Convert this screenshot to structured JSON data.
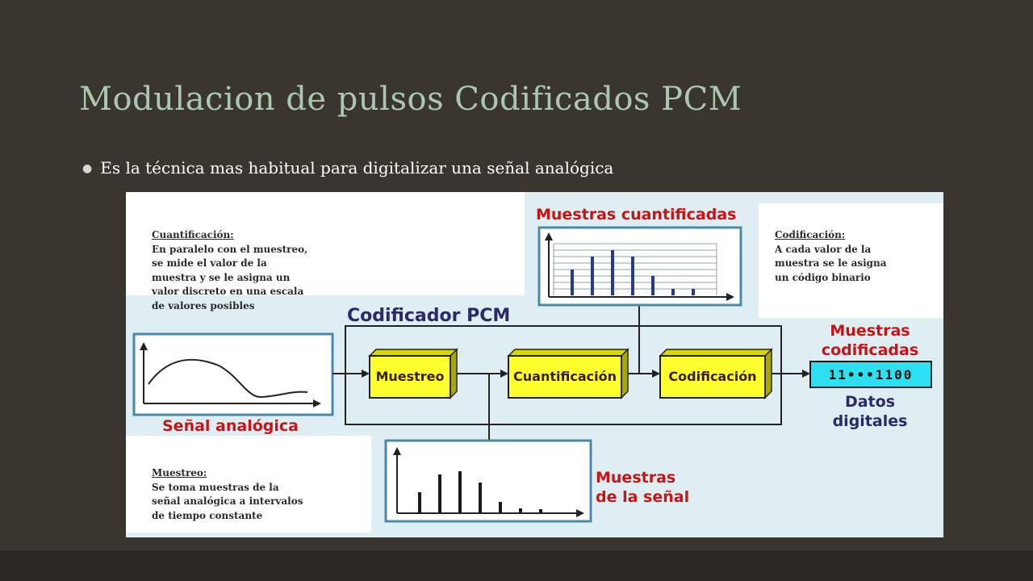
{
  "slide": {
    "title": "Modulacion de pulsos Codificados PCM",
    "bullet": "Es la técnica mas habitual para digitalizar una señal analógica"
  },
  "diagram": {
    "encoder_title": "Codificador PCM",
    "blocks": [
      "Muestreo",
      "Cuantificación",
      "Codificación"
    ],
    "analog_signal_label": "Señal analógica",
    "quantized_samples_label": "Muestras cuantificadas",
    "signal_samples_label": [
      "Muestras",
      "de la señal"
    ],
    "coded_samples_label": [
      "Muestras",
      "codificadas"
    ],
    "digital_output_value": "11•••1100",
    "digital_data_label": [
      "Datos",
      "digitales"
    ]
  },
  "notes": {
    "quantization": {
      "heading": "Cuantificación:",
      "lines": [
        "En paralelo con el muestreo,",
        "se mide el valor de la",
        "muestra y se  le asigna un",
        "valor  discreto  en una escala",
        "de valores posibles"
      ]
    },
    "coding": {
      "heading": "Codificación:",
      "lines": [
        "A cada valor de la",
        "muestra se le asigna",
        "un código binario"
      ]
    },
    "sampling": {
      "heading": "Muestreo:",
      "lines": [
        "Se toma muestras de la",
        "señal analógica a intervalos",
        "de tiempo constante"
      ]
    }
  },
  "colors": {
    "background": "#3b352f",
    "title": "#a9c8ae",
    "block_fill": "#ffff2e",
    "output_fill": "#2ce0f2",
    "label_red": "#c81414",
    "label_blue": "#2a2a6a"
  }
}
